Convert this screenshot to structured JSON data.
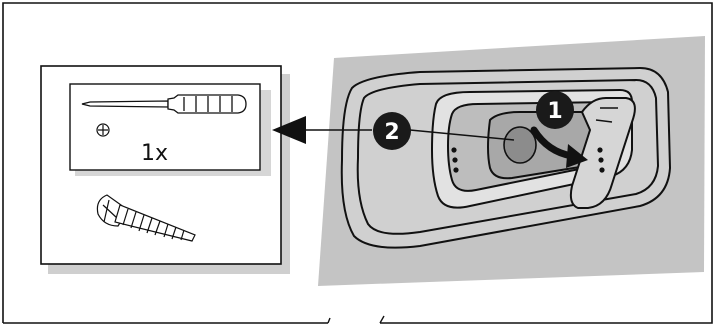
{
  "diagram": {
    "parts_box": {
      "quantity_label": "1x",
      "tool_icon": "phillips-screwdriver-icon",
      "bit_icon": "phillips-bit-icon",
      "part_icon": "phillips-pan-head-screw-icon"
    },
    "callouts": [
      {
        "number": "1",
        "meaning": "pry-handle-outward"
      },
      {
        "number": "2",
        "meaning": "remove-screw"
      }
    ],
    "colors": {
      "line": "#111111",
      "panel_gray": "#c4c4c4",
      "box_shadow": "#cfcfcf",
      "callout_fill": "#1a1a1a"
    }
  }
}
